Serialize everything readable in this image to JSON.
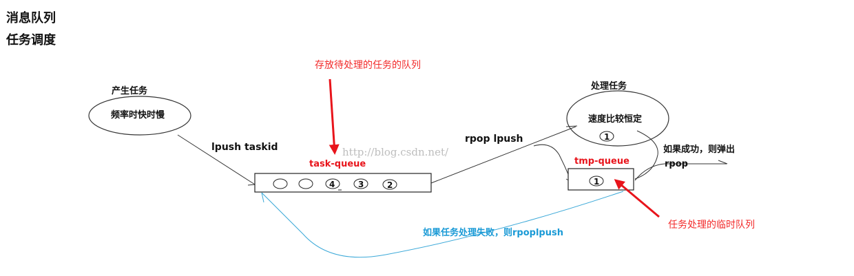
{
  "headings": [
    "消息队列",
    "任务调度"
  ],
  "producer": {
    "title": "产生任务",
    "ellipse_text": "频率时快时慢"
  },
  "consumer": {
    "title": "处理任务",
    "ellipse_text": "速度比较恒定",
    "item": "①"
  },
  "edges": {
    "lpush": "lpush taskid",
    "rpoplpush": "rpop lpush",
    "success": "如果成功，则弹出",
    "rpop": "rpop",
    "failure": "如果任务处理失败，则rpoplpush"
  },
  "task_queue": {
    "name": "task-queue",
    "items": [
      "",
      "",
      "④",
      "③",
      "②"
    ]
  },
  "tmp_queue": {
    "name": "tmp-queue",
    "items": [
      "①"
    ]
  },
  "annotations": {
    "task_queue_note": "存放待处理的任务的队列",
    "tmp_queue_note": "任务处理的临时队列"
  },
  "watermark": "http://blog.csdn.net/",
  "colors": {
    "line": "#222222",
    "red": "#e8141b",
    "blue": "#1a9ad6",
    "watermark": "#bdbdbd"
  }
}
